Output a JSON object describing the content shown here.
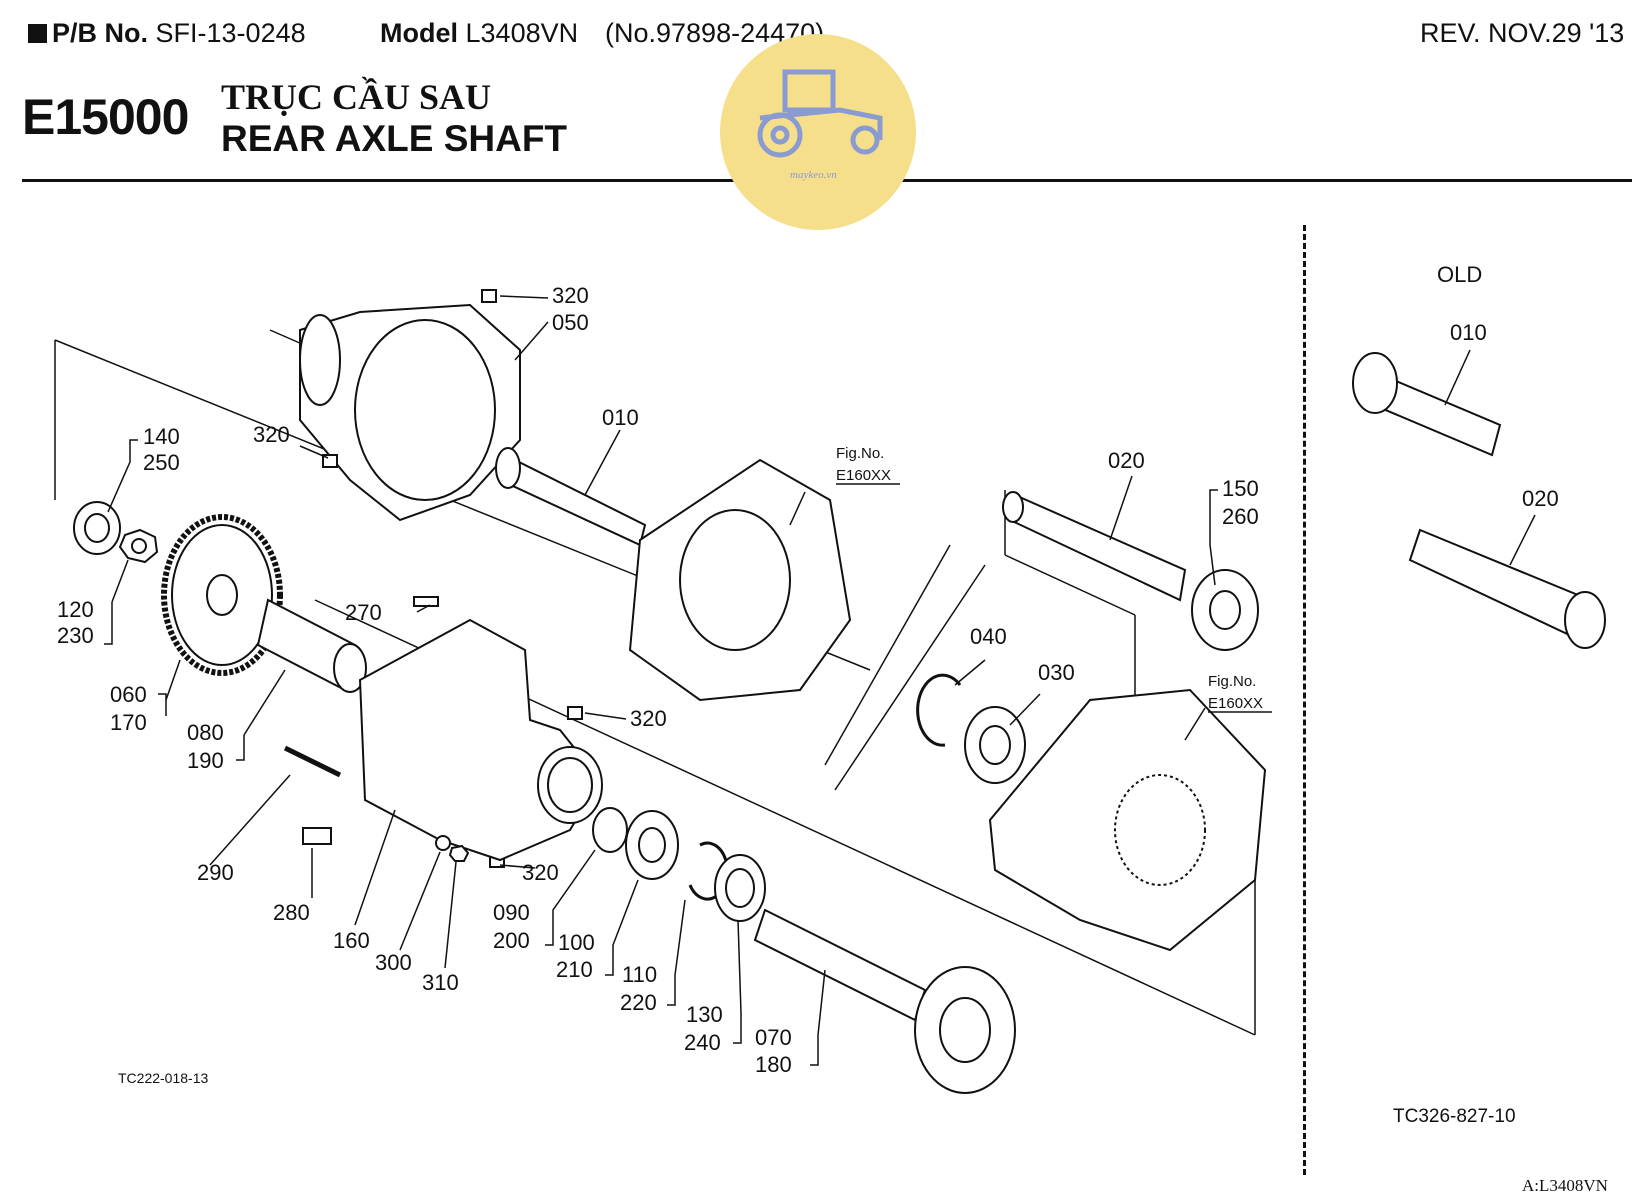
{
  "header": {
    "pb_label": "P/B No.",
    "pb_value": "SFI-13-0248",
    "model_label": "Model",
    "model_value": "L3408VN",
    "serial": "(No.97898-24470)",
    "revision": "REV. NOV.29 '13"
  },
  "section": {
    "code": "E15000",
    "title_vn": "TRỤC CẦU SAU",
    "title_en": "REAR AXLE SHAFT"
  },
  "watermark": {
    "text": "maykeo.vn",
    "color": "#f6df8a"
  },
  "old": {
    "title": "OLD"
  },
  "refs": {
    "left": "TC222-018-13",
    "right": "TC326-827-10",
    "corner": "A:L3408VN"
  },
  "figrefs": {
    "label": "Fig.No.",
    "value": "E160XX"
  },
  "parts": {
    "p010": "010",
    "p020": "020",
    "p030": "030",
    "p040": "040",
    "p050": "050",
    "p060": "060",
    "p070": "070",
    "p080": "080",
    "p090": "090",
    "p100": "100",
    "p110": "110",
    "p120": "120",
    "p130": "130",
    "p140": "140",
    "p150": "150",
    "p160": "160",
    "p170": "170",
    "p180": "180",
    "p190": "190",
    "p200": "200",
    "p210": "210",
    "p220": "220",
    "p230": "230",
    "p240": "240",
    "p250": "250",
    "p260": "260",
    "p270": "270",
    "p280": "280",
    "p290": "290",
    "p300": "300",
    "p310": "310",
    "p320": "320"
  }
}
